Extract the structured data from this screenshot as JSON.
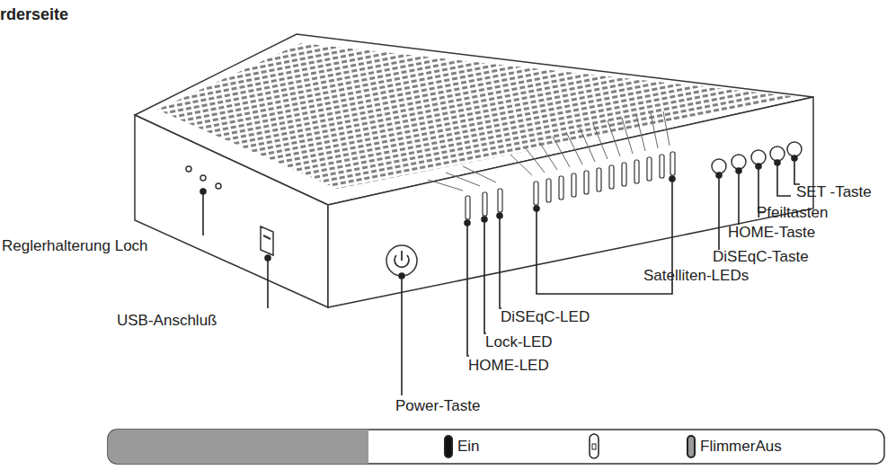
{
  "diagram": {
    "title": "rderseite",
    "labels": [
      "Reglerhalterung Loch",
      "USB-Anschluß",
      "Power-Taste",
      "HOME-LED",
      "Lock-LED",
      "DiSEqC-LED",
      "Satelliten-LEDs",
      "DiSEqC-Taste",
      "HOME-Taste",
      "Pfeiltasten",
      "SET -Taste"
    ],
    "legend": [
      {
        "text": "Ein",
        "color": "#111111"
      },
      {
        "text": "FlimmerAus",
        "color": "#9a9a9a"
      }
    ]
  }
}
